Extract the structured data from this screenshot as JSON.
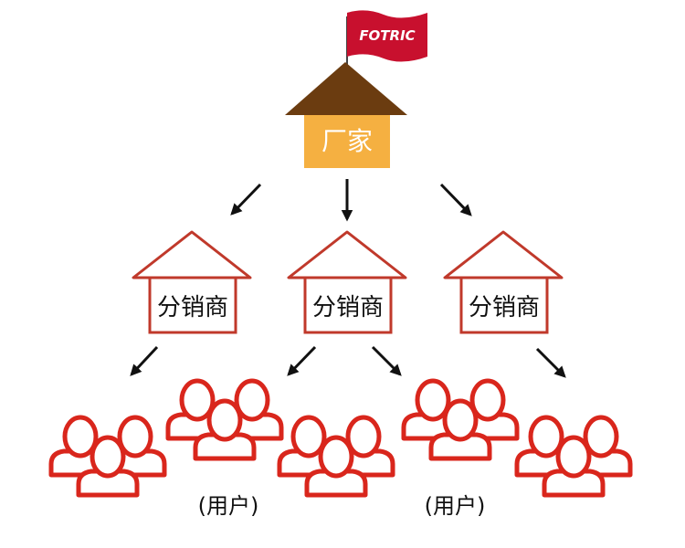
{
  "logo": {
    "text": "FOTRIC",
    "flag_color": "#c8102e"
  },
  "manufacturer": {
    "label": "厂家",
    "roof_color": "#6b3c10",
    "box_color": "#f5b041",
    "text_color": "#ffffff"
  },
  "distributors": [
    {
      "label": "分销商"
    },
    {
      "label": "分销商"
    },
    {
      "label": "分销商"
    }
  ],
  "distributor_color": "#c0392b",
  "user_icon_color": "#d9261c",
  "user_labels": [
    "(用户)",
    "(用户)"
  ],
  "arrow_color": "#111111",
  "icons": {
    "flag": "flag-icon",
    "arrow": "arrow-icon",
    "user_group": "user-group-icon"
  }
}
